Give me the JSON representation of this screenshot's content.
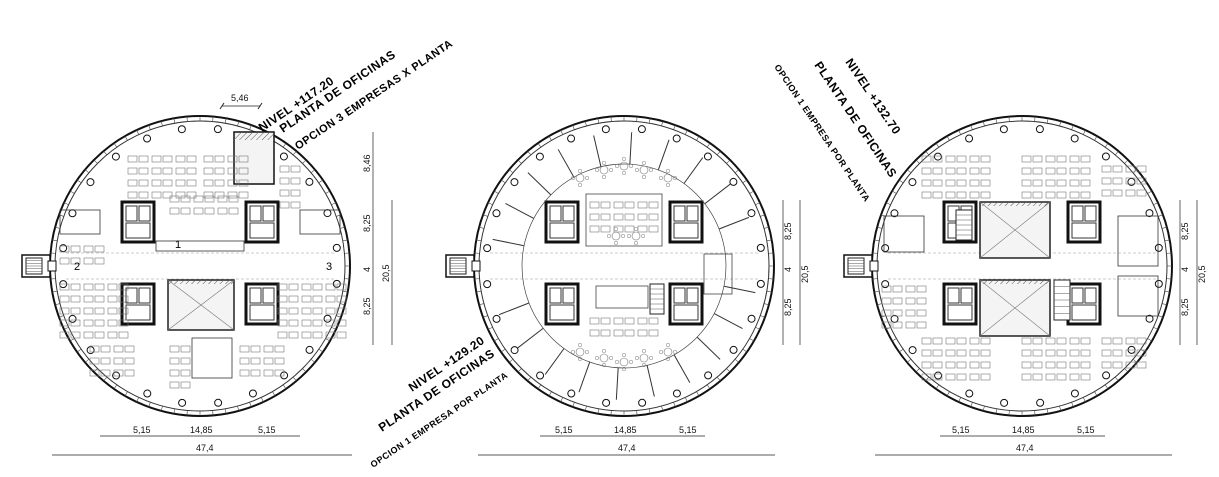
{
  "plans": [
    {
      "id": "plan-117",
      "level": "NIVEL +117.20",
      "title": "PLANTA DE OFICINAS",
      "option": "OPCION 3 EMPRESAS X PLANTA",
      "top_dim": "5,46",
      "right_dims": [
        "8,46",
        "8,25",
        "4",
        "8,25",
        "20,5"
      ],
      "bottom_dims": [
        "5,15",
        "14,85",
        "5,15"
      ],
      "total_dim": "47,4",
      "zone_numbers": [
        "1",
        "2",
        "3"
      ]
    },
    {
      "id": "plan-129",
      "level": "NIVEL +129.20",
      "title": "PLANTA DE OFICINAS",
      "option": "OPCION 1 EMPRESA POR PLANTA",
      "right_dims": [
        "8,25",
        "4",
        "8,25",
        "20,5"
      ],
      "bottom_dims": [
        "5,15",
        "14,85",
        "5,15"
      ],
      "total_dim": "47,4"
    },
    {
      "id": "plan-132",
      "level": "NIVEL +132.70",
      "title": "PLANTA DE OFICINAS",
      "option": "OPCION 1 EMPRESA POR PLANTA",
      "right_dims": [
        "8,25",
        "4",
        "8,25",
        "20,5"
      ],
      "bottom_dims": [
        "5,15",
        "14,85",
        "5,15"
      ],
      "total_dim": "47,4"
    }
  ]
}
